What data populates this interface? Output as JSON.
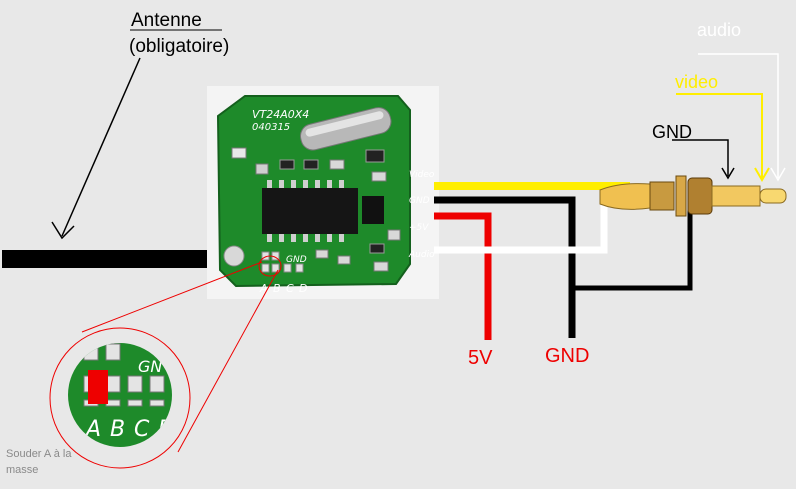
{
  "labels": {
    "antenna_line1": "Antenne",
    "antenna_line2": "(obligatoire)",
    "audio": "audio",
    "video": "video",
    "gnd_top": "GND",
    "v5": "5V",
    "gnd_bottom": "GND",
    "solder_line1": "Souder A à la",
    "solder_line2": "masse"
  },
  "pcb": {
    "part_number": "VT24A0X4",
    "date_code": "040315",
    "pin_video": "Video",
    "pin_gnd": "GND",
    "pin_5v": "+5V",
    "pin_audio": "Audio",
    "pad_gnd": "GND",
    "pads": [
      "A",
      "B",
      "C",
      "D"
    ],
    "zoom_gnd": "GN",
    "zoom_pads": [
      "A",
      "B",
      "C",
      "D"
    ]
  },
  "colors": {
    "background": "#e8e8e8",
    "pcb_green": "#1e8a2a",
    "wire_video": "#ffee00",
    "wire_gnd": "#000000",
    "wire_5v": "#ee0000",
    "wire_audio": "#ffffff",
    "label_5v": "#ee0000",
    "label_video": "#ffee00",
    "label_audio": "#ffffff",
    "solder_mark": "#ee0000"
  }
}
